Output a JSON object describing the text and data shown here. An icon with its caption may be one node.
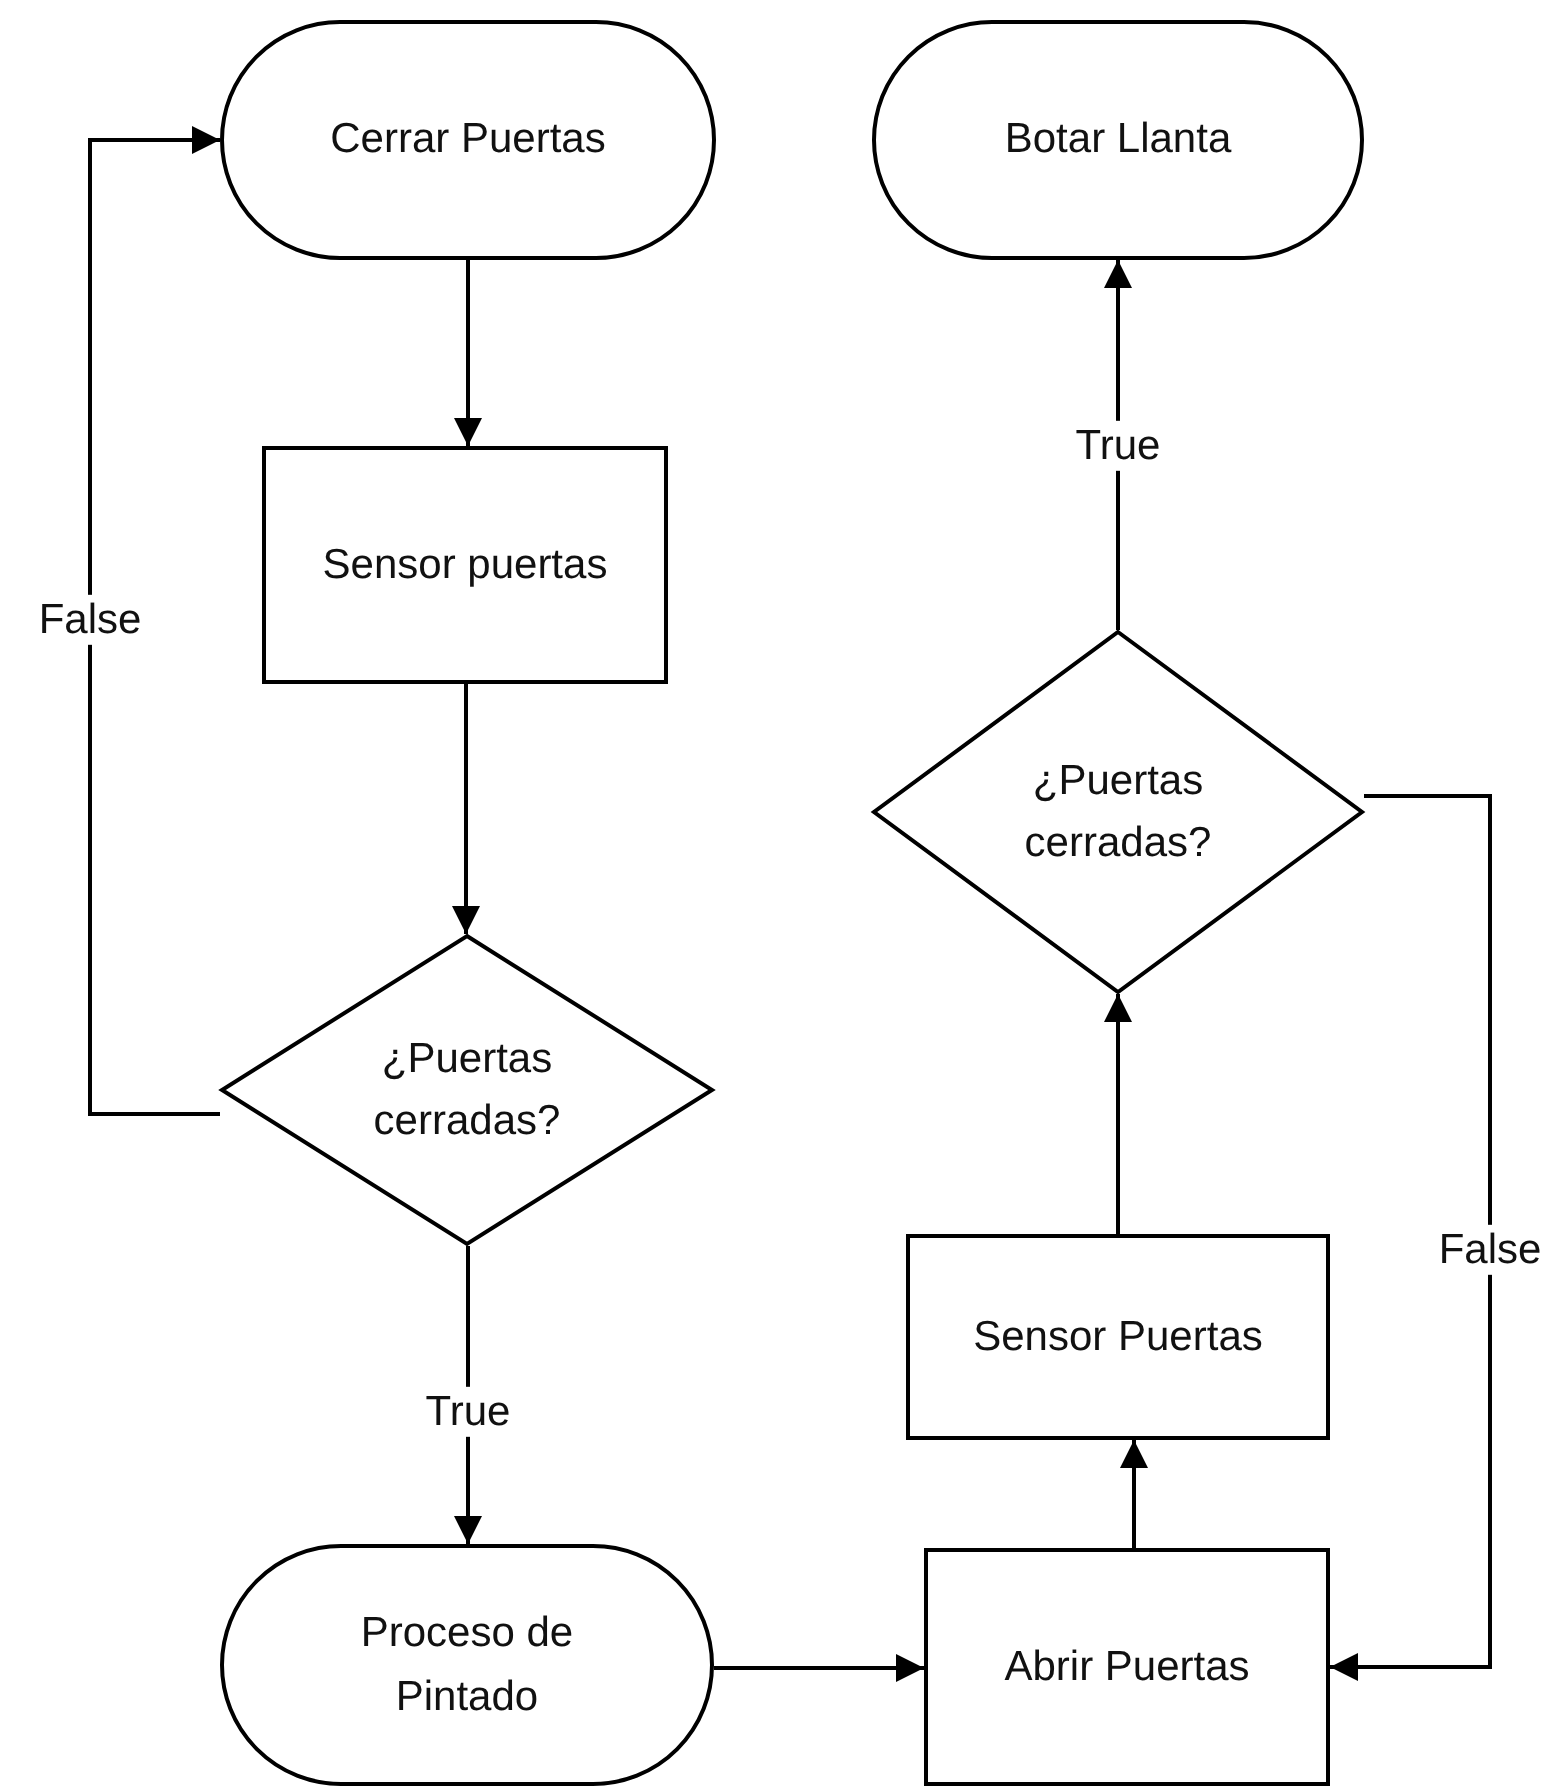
{
  "diagram": {
    "nodes": [
      {
        "text": [
          "Cerrar Puertas"
        ]
      },
      {
        "text": [
          "Sensor puertas"
        ]
      },
      {
        "text": [
          "¿Puertas cerradas?"
        ]
      },
      {
        "text": [
          "Proceso de Pintado"
        ]
      },
      {
        "text": [
          "Abrir Puertas"
        ]
      },
      {
        "text": [
          "Sensor Puertas"
        ]
      },
      {
        "text": [
          "¿Puertas cerradas?"
        ]
      },
      {
        "text": [
          "Botar Llanta"
        ]
      }
    ],
    "edges": [
      {
        "from": 0,
        "to": 1,
        "arrow": "to"
      },
      {
        "from": 1,
        "to": 2,
        "arrow": "to"
      },
      {
        "from": 2,
        "to": 3,
        "arrow": "to",
        "label": "True"
      },
      {
        "from": 2,
        "to": 0,
        "arrow": "to",
        "label": "False"
      },
      {
        "from": 3,
        "to": 4,
        "arrow": "to"
      },
      {
        "from": 4,
        "to": 5,
        "arrow": "to"
      },
      {
        "from": 5,
        "to": 6,
        "arrow": "to"
      },
      {
        "from": 6,
        "to": 7,
        "arrow": "to",
        "label": "True"
      },
      {
        "from": 6,
        "to": 4,
        "arrow": "to",
        "label": "False"
      }
    ]
  }
}
